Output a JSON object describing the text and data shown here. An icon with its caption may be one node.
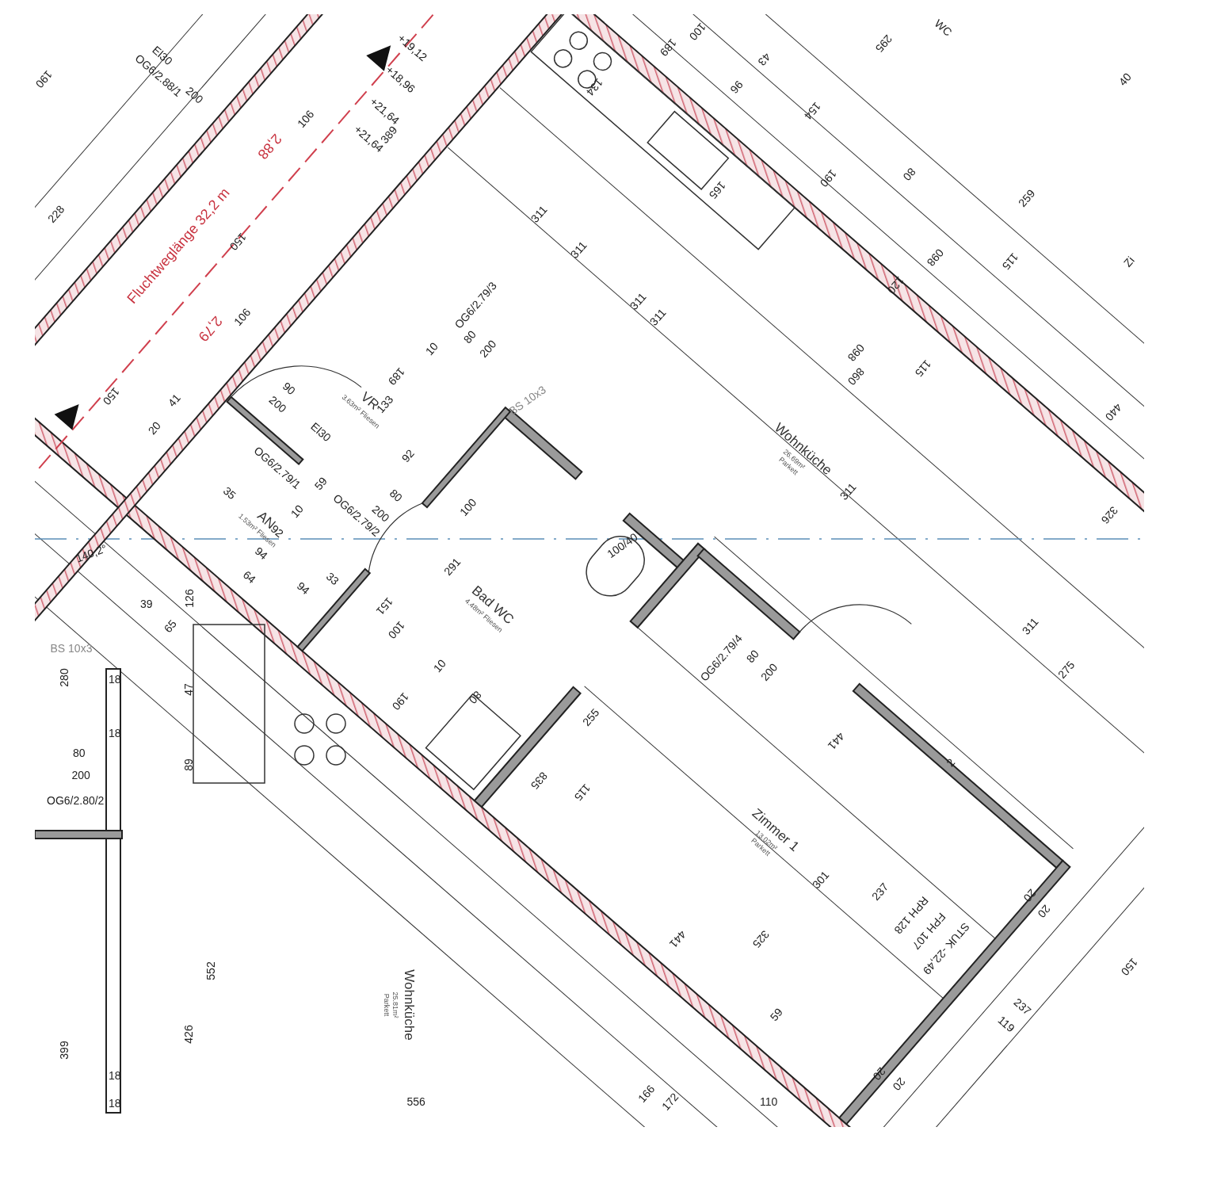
{
  "diagram": {
    "nodes": [
      {
        "text": [
          "VR",
          "3.63m² Fliesen"
        ]
      },
      {
        "text": [
          "AN",
          "1.53m² Fliesen"
        ]
      },
      {
        "text": [
          "Bad WC",
          "4.48m² Fliesen"
        ]
      },
      {
        "text": [
          "Wohnküche",
          "26.69m² Parkett"
        ]
      },
      {
        "text": [
          "Zimmer 1",
          "13.02m² Parkett"
        ]
      },
      {
        "text": [
          "Wohnküche",
          "25.81m² Parkett"
        ]
      }
    ],
    "labels": [
      "Fluchtweglänge 32,2 m",
      "2,88",
      "2,79",
      "+19,12",
      "+18,96",
      "+21,64",
      "+21,64",
      "389",
      "150",
      "106",
      "106",
      "OG6/2.88/1",
      "El30",
      "200",
      "228",
      "190",
      "41",
      "20",
      "150",
      "90",
      "200",
      "El30",
      "OG6/2.79/1",
      "189",
      "133",
      "92",
      "59",
      "OG6/2.79/2",
      "80",
      "200",
      "35",
      "92",
      "10",
      "94",
      "94",
      "64",
      "33",
      "OG6/2.79/3",
      "80",
      "200",
      "10",
      "BS 10x3",
      "100",
      "291",
      "151",
      "100",
      "10",
      "190",
      "80",
      "100/40",
      "OG6/2.79/4",
      "80",
      "200",
      "255",
      "835",
      "115",
      "441",
      "2",
      "301",
      "237",
      "325",
      "441",
      "59",
      "166",
      "172",
      "110",
      "556",
      "552",
      "426",
      "399",
      "89",
      "47",
      "280",
      "39",
      "126",
      "65",
      "BS 10x3",
      "80",
      "200",
      "OG6/2.80/2",
      "18",
      "18",
      "18",
      "18",
      "140,2°",
      "311",
      "311",
      "311",
      "311",
      "311",
      "311",
      "275",
      "326",
      "440",
      "115",
      "115",
      "120",
      "098",
      "860",
      "165",
      "189",
      "100",
      "96",
      "43",
      "295",
      "WC",
      "154",
      "190",
      "80",
      "259",
      "098",
      "40",
      "Zi",
      "134",
      "FPH 107",
      "RPH 128",
      "STUK -22,49",
      "20",
      "20",
      "237",
      "119",
      "150",
      "20",
      "20"
    ]
  }
}
